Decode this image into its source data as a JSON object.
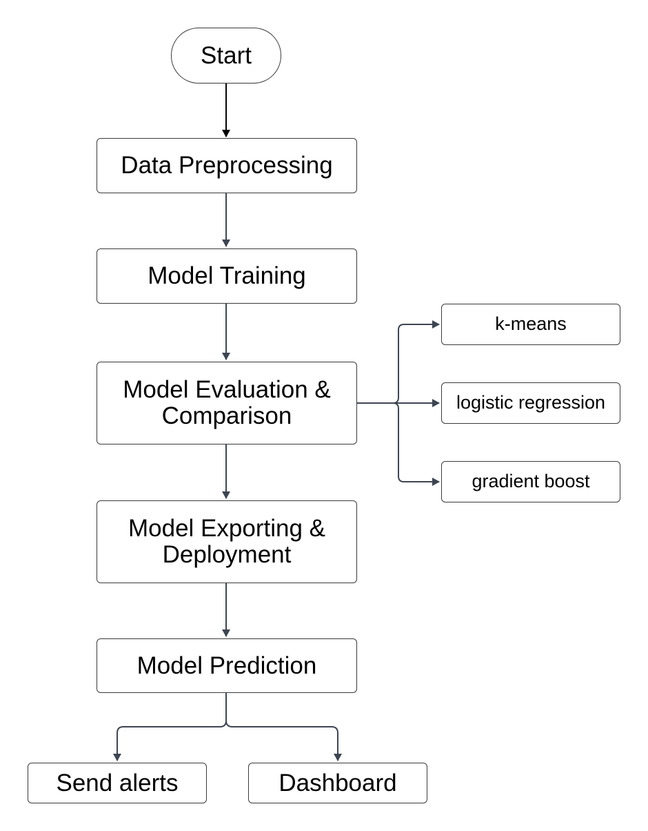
{
  "colors": {
    "connector": "#3d4552",
    "start_connector": "#000000",
    "node_border": "#3a3a3a",
    "node_fill": "#ffffff",
    "text": "#000000"
  },
  "diagram": {
    "start": {
      "label": "Start"
    },
    "steps": [
      {
        "id": "preprocessing",
        "label": "Data Preprocessing"
      },
      {
        "id": "training",
        "label": "Model Training"
      },
      {
        "id": "evaluation",
        "label": "Model Evaluation &\nComparison"
      },
      {
        "id": "exporting",
        "label": "Model Exporting &\nDeployment"
      },
      {
        "id": "prediction",
        "label": "Model Prediction"
      }
    ],
    "models": [
      {
        "id": "kmeans",
        "label": "k-means"
      },
      {
        "id": "logistic",
        "label": "logistic regression"
      },
      {
        "id": "gradient",
        "label": "gradient boost"
      }
    ],
    "outputs": [
      {
        "id": "alerts",
        "label": "Send alerts"
      },
      {
        "id": "dashboard",
        "label": "Dashboard"
      }
    ]
  }
}
